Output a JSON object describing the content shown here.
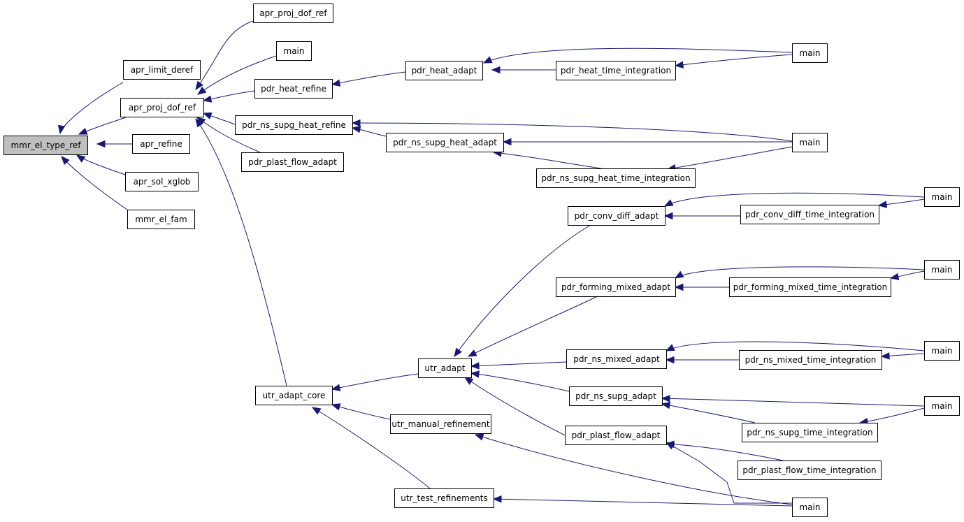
{
  "graph": {
    "root": "mmr_el_type_ref",
    "edge_color": "#191970",
    "root_fill": "#bfbfbf",
    "nodes": [
      {
        "id": "n0",
        "label": "mmr_el_type_ref",
        "root": true
      },
      {
        "id": "n1",
        "label": "apr_limit_deref"
      },
      {
        "id": "n2",
        "label": "apr_proj_dof_ref"
      },
      {
        "id": "n3",
        "label": "apr_refine"
      },
      {
        "id": "n4",
        "label": "apr_sol_xglob"
      },
      {
        "id": "n5",
        "label": "mmr_el_fam"
      },
      {
        "id": "n6",
        "label": "apr_proj_dof_ref"
      },
      {
        "id": "n7",
        "label": "main"
      },
      {
        "id": "n8",
        "label": "pdr_heat_refine"
      },
      {
        "id": "n9",
        "label": "pdr_ns_supg_heat_refine"
      },
      {
        "id": "n10",
        "label": "pdr_plast_flow_adapt"
      },
      {
        "id": "n11",
        "label": "utr_adapt_core"
      },
      {
        "id": "n12",
        "label": "pdr_heat_adapt"
      },
      {
        "id": "n13",
        "label": "pdr_heat_time_integration"
      },
      {
        "id": "n14",
        "label": "main"
      },
      {
        "id": "n15",
        "label": "pdr_ns_supg_heat_adapt"
      },
      {
        "id": "n16",
        "label": "pdr_ns_supg_heat_time_integration"
      },
      {
        "id": "n17",
        "label": "main"
      },
      {
        "id": "n18",
        "label": "utr_adapt"
      },
      {
        "id": "n19",
        "label": "utr_manual_refinement"
      },
      {
        "id": "n20",
        "label": "utr_test_refinements"
      },
      {
        "id": "n21",
        "label": "pdr_conv_diff_adapt"
      },
      {
        "id": "n22",
        "label": "pdr_conv_diff_time_integration"
      },
      {
        "id": "n23",
        "label": "main"
      },
      {
        "id": "n24",
        "label": "pdr_forming_mixed_adapt"
      },
      {
        "id": "n25",
        "label": "pdr_forming_mixed_time_integration"
      },
      {
        "id": "n26",
        "label": "main"
      },
      {
        "id": "n27",
        "label": "pdr_ns_mixed_adapt"
      },
      {
        "id": "n28",
        "label": "pdr_ns_mixed_time_integration"
      },
      {
        "id": "n29",
        "label": "main"
      },
      {
        "id": "n30",
        "label": "pdr_ns_supg_adapt"
      },
      {
        "id": "n31",
        "label": "pdr_ns_supg_time_integration"
      },
      {
        "id": "n32",
        "label": "main"
      },
      {
        "id": "n33",
        "label": "pdr_plast_flow_adapt"
      },
      {
        "id": "n34",
        "label": "pdr_plast_flow_time_integration"
      },
      {
        "id": "n35",
        "label": "main"
      }
    ],
    "edges": [
      {
        "from": "n1",
        "to": "n0"
      },
      {
        "from": "n2",
        "to": "n0"
      },
      {
        "from": "n3",
        "to": "n0"
      },
      {
        "from": "n4",
        "to": "n0"
      },
      {
        "from": "n5",
        "to": "n0"
      },
      {
        "from": "n6",
        "to": "n2"
      },
      {
        "from": "n7",
        "to": "n2"
      },
      {
        "from": "n8",
        "to": "n2"
      },
      {
        "from": "n9",
        "to": "n2"
      },
      {
        "from": "n10",
        "to": "n2"
      },
      {
        "from": "n11",
        "to": "n2"
      },
      {
        "from": "n12",
        "to": "n8"
      },
      {
        "from": "n13",
        "to": "n12"
      },
      {
        "from": "n14",
        "to": "n12"
      },
      {
        "from": "n14",
        "to": "n13"
      },
      {
        "from": "n15",
        "to": "n9"
      },
      {
        "from": "n17",
        "to": "n9"
      },
      {
        "from": "n16",
        "to": "n15"
      },
      {
        "from": "n17",
        "to": "n15"
      },
      {
        "from": "n17",
        "to": "n16"
      },
      {
        "from": "n18",
        "to": "n11"
      },
      {
        "from": "n19",
        "to": "n11"
      },
      {
        "from": "n20",
        "to": "n11"
      },
      {
        "from": "n21",
        "to": "n18"
      },
      {
        "from": "n24",
        "to": "n18"
      },
      {
        "from": "n27",
        "to": "n18"
      },
      {
        "from": "n30",
        "to": "n18"
      },
      {
        "from": "n33",
        "to": "n18"
      },
      {
        "from": "n22",
        "to": "n21"
      },
      {
        "from": "n23",
        "to": "n21"
      },
      {
        "from": "n23",
        "to": "n22"
      },
      {
        "from": "n25",
        "to": "n24"
      },
      {
        "from": "n26",
        "to": "n24"
      },
      {
        "from": "n26",
        "to": "n25"
      },
      {
        "from": "n28",
        "to": "n27"
      },
      {
        "from": "n29",
        "to": "n27"
      },
      {
        "from": "n29",
        "to": "n28"
      },
      {
        "from": "n31",
        "to": "n30"
      },
      {
        "from": "n32",
        "to": "n30"
      },
      {
        "from": "n32",
        "to": "n31"
      },
      {
        "from": "n34",
        "to": "n33"
      },
      {
        "from": "n35",
        "to": "n33"
      },
      {
        "from": "n35",
        "to": "n19"
      },
      {
        "from": "n35",
        "to": "n20"
      }
    ]
  }
}
